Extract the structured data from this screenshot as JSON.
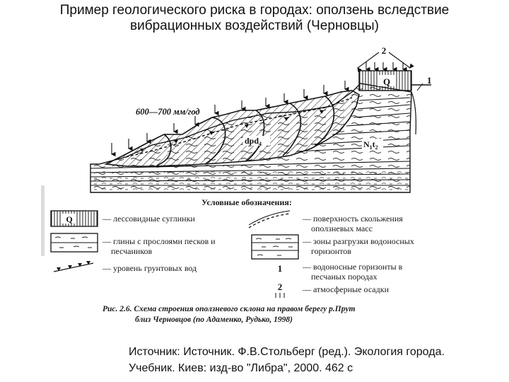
{
  "slide": {
    "title_line1": "Пример геологического риска в городах: оползень вследствие",
    "title_line2": "вибрационных воздействий (Черновцы)"
  },
  "diagram": {
    "precipitation_label": "600—700 мм/год",
    "label_loess": "Q",
    "label_dpd": "dpd",
    "label_dpd_sub": "4",
    "label_neogene": "N",
    "label_neogene_sub1": "1",
    "label_neogene_t": "t",
    "label_neogene_sub2": "2",
    "callout_1": "1",
    "callout_2": "2"
  },
  "legend": {
    "heading": "Условные обозначения:",
    "loess_symbol": "Q",
    "loess_line1": "— лессовидные суглинки",
    "clays_line1": "— глины с прослоями песков и",
    "clays_line2": "песчаников",
    "groundwater_line1": "— уровень грунтовых вод",
    "slip_line1": "— поверхность скольжения",
    "slip_line2": "оползневых масс",
    "discharge_line1": "— зоны разгрузки водоносных",
    "discharge_line2": "горизонтов",
    "aquifer_symbol": "1",
    "aquifer_line1": "— водоносные горизонты в",
    "aquifer_line2": "песчаных породах",
    "precip_symbol": "2",
    "precip_line1": "— атмосферные осадки"
  },
  "caption": {
    "line1": "Рис. 2.6. Схема строения оползневого склона на правом берегу р.Прут",
    "line2": "близ Черновцов (по Адаменко, Рудько, 1998)"
  },
  "source": {
    "line1": "Источник: Источник. Ф.В.Стольберг (ред.). Экология города.",
    "line2": "Учебник. Киев: изд-во \"Либра\", 2000. 462 с"
  }
}
